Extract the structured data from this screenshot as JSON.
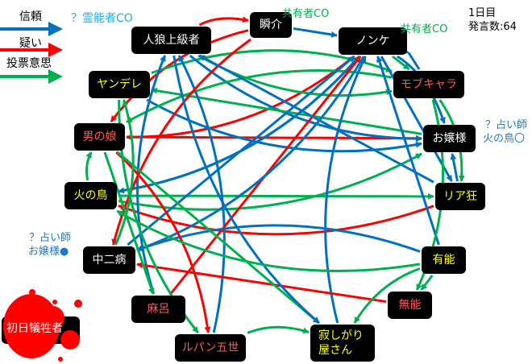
{
  "legend": [
    {
      "label": "信頼",
      "color": "#0070c0"
    },
    {
      "label": "疑い",
      "color": "#ff0000"
    },
    {
      "label": "投票意思",
      "color": "#00b050"
    }
  ],
  "status": {
    "day": "1日目",
    "count": "発言数:64"
  },
  "notes": {
    "medium": "？霊能者CO",
    "shared1": "共有者CO",
    "shared2": "共有者CO",
    "seer1_line1": "？占い師",
    "seer1_line2": "火の鳥〇",
    "seer2_line1": "？占い師",
    "seer2_line2": "お嬢様●"
  },
  "nodes": {
    "renrou": "人狼上級者",
    "shunsuke": "瞬介",
    "nonke": "ノンケ",
    "mob": "モブキャラ",
    "yandere": "ヤンデレ",
    "otoko": "男の娘",
    "ojou": "お嬢様",
    "hinotori": "火の鳥",
    "riakyou": "リア狂",
    "chuuni": "中二病",
    "yuunou": "有能",
    "maro": "麻呂",
    "munou": "無能",
    "lupin": "ルパン五世",
    "sabishi_1": "寂しがり",
    "sabishi_2": "屋さん",
    "victim": "初日犠牲者"
  },
  "edges": [
    {
      "from": "renrou",
      "to": "shunsuke",
      "type": "doubt"
    },
    {
      "from": "shunsuke",
      "to": "nonke",
      "type": "trust"
    },
    {
      "from": "shunsuke",
      "to": "otoko",
      "type": "doubt"
    },
    {
      "from": "nonke",
      "to": "otoko",
      "type": "doubt"
    },
    {
      "from": "nonke",
      "to": "mob",
      "type": "vote"
    },
    {
      "from": "mob",
      "to": "nonke",
      "type": "trust"
    },
    {
      "from": "mob",
      "to": "riakyou",
      "type": "vote"
    },
    {
      "from": "riakyou",
      "to": "ojou",
      "type": "trust"
    },
    {
      "from": "renrou",
      "to": "mob",
      "type": "vote"
    },
    {
      "from": "yandere",
      "to": "mob",
      "type": "vote"
    },
    {
      "from": "otoko",
      "to": "ojou",
      "type": "doubt"
    },
    {
      "from": "renrou",
      "to": "ojou",
      "type": "trust"
    },
    {
      "from": "nonke",
      "to": "ojou",
      "type": "trust"
    },
    {
      "from": "nonke",
      "to": "riakyou",
      "type": "trust"
    },
    {
      "from": "yandere",
      "to": "ojou",
      "type": "trust"
    },
    {
      "from": "hinotori",
      "to": "otoko",
      "type": "vote"
    },
    {
      "from": "ojou",
      "to": "yandere",
      "type": "vote"
    },
    {
      "from": "mob",
      "to": "otoko",
      "type": "vote"
    },
    {
      "from": "riakyou",
      "to": "hinotori",
      "type": "doubt"
    },
    {
      "from": "hinotori",
      "to": "riakyou",
      "type": "vote"
    },
    {
      "from": "hinotori",
      "to": "ojou",
      "type": "vote"
    },
    {
      "from": "nonke",
      "to": "hinotori",
      "type": "trust"
    },
    {
      "from": "chuuni",
      "to": "nonke",
      "type": "trust"
    },
    {
      "from": "hinotori",
      "to": "nonke",
      "type": "trust"
    },
    {
      "from": "sabishi",
      "to": "nonke",
      "type": "trust"
    },
    {
      "from": "yuunou",
      "to": "nonke",
      "type": "trust"
    },
    {
      "from": "lupin",
      "to": "renrou",
      "type": "trust"
    },
    {
      "from": "maro",
      "to": "renrou",
      "type": "trust"
    },
    {
      "from": "maro",
      "to": "nonke",
      "type": "doubt"
    },
    {
      "from": "shunsuke",
      "to": "chuuni",
      "type": "doubt"
    },
    {
      "from": "nonke",
      "to": "chuuni",
      "type": "trust"
    },
    {
      "from": "munou",
      "to": "chuuni",
      "type": "doubt"
    },
    {
      "from": "yuunou",
      "to": "chuuni",
      "type": "trust"
    },
    {
      "from": "otoko",
      "to": "lupin",
      "type": "doubt"
    },
    {
      "from": "otoko",
      "to": "maro",
      "type": "vote"
    },
    {
      "from": "yandere",
      "to": "lupin",
      "type": "vote"
    },
    {
      "from": "lupin",
      "to": "sabishi",
      "type": "vote"
    },
    {
      "from": "yuunou",
      "to": "munou",
      "type": "vote"
    },
    {
      "from": "yuunou",
      "to": "sabishi",
      "type": "vote"
    },
    {
      "from": "mob",
      "to": "munou",
      "type": "vote"
    },
    {
      "from": "otoko",
      "to": "sabishi",
      "type": "vote"
    },
    {
      "from": "renrou",
      "to": "sabishi",
      "type": "trust"
    },
    {
      "from": "yuunou",
      "to": "hinotori",
      "type": "vote"
    },
    {
      "from": "riakyou",
      "to": "renrou",
      "type": "trust"
    },
    {
      "from": "chuuni",
      "to": "yandere",
      "type": "vote"
    }
  ],
  "colors": {
    "trust": "#0070c0",
    "doubt": "#ff0000",
    "vote": "#00b050",
    "medium_note": "#1ab0e8",
    "shared_note": "#00b050",
    "seer_note": "#1f78c8"
  }
}
